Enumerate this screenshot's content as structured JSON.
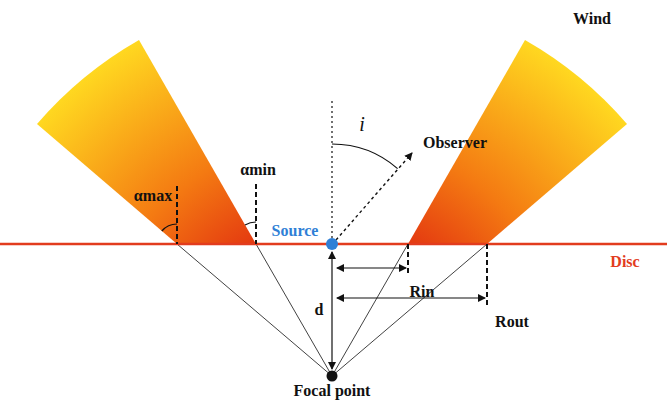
{
  "diagram": {
    "labels": [
      "Wind",
      "αmax",
      "αmin",
      "i",
      "Observer",
      "Source",
      "Disc",
      "d",
      "Rin",
      "Rout",
      "Focal point"
    ]
  }
}
